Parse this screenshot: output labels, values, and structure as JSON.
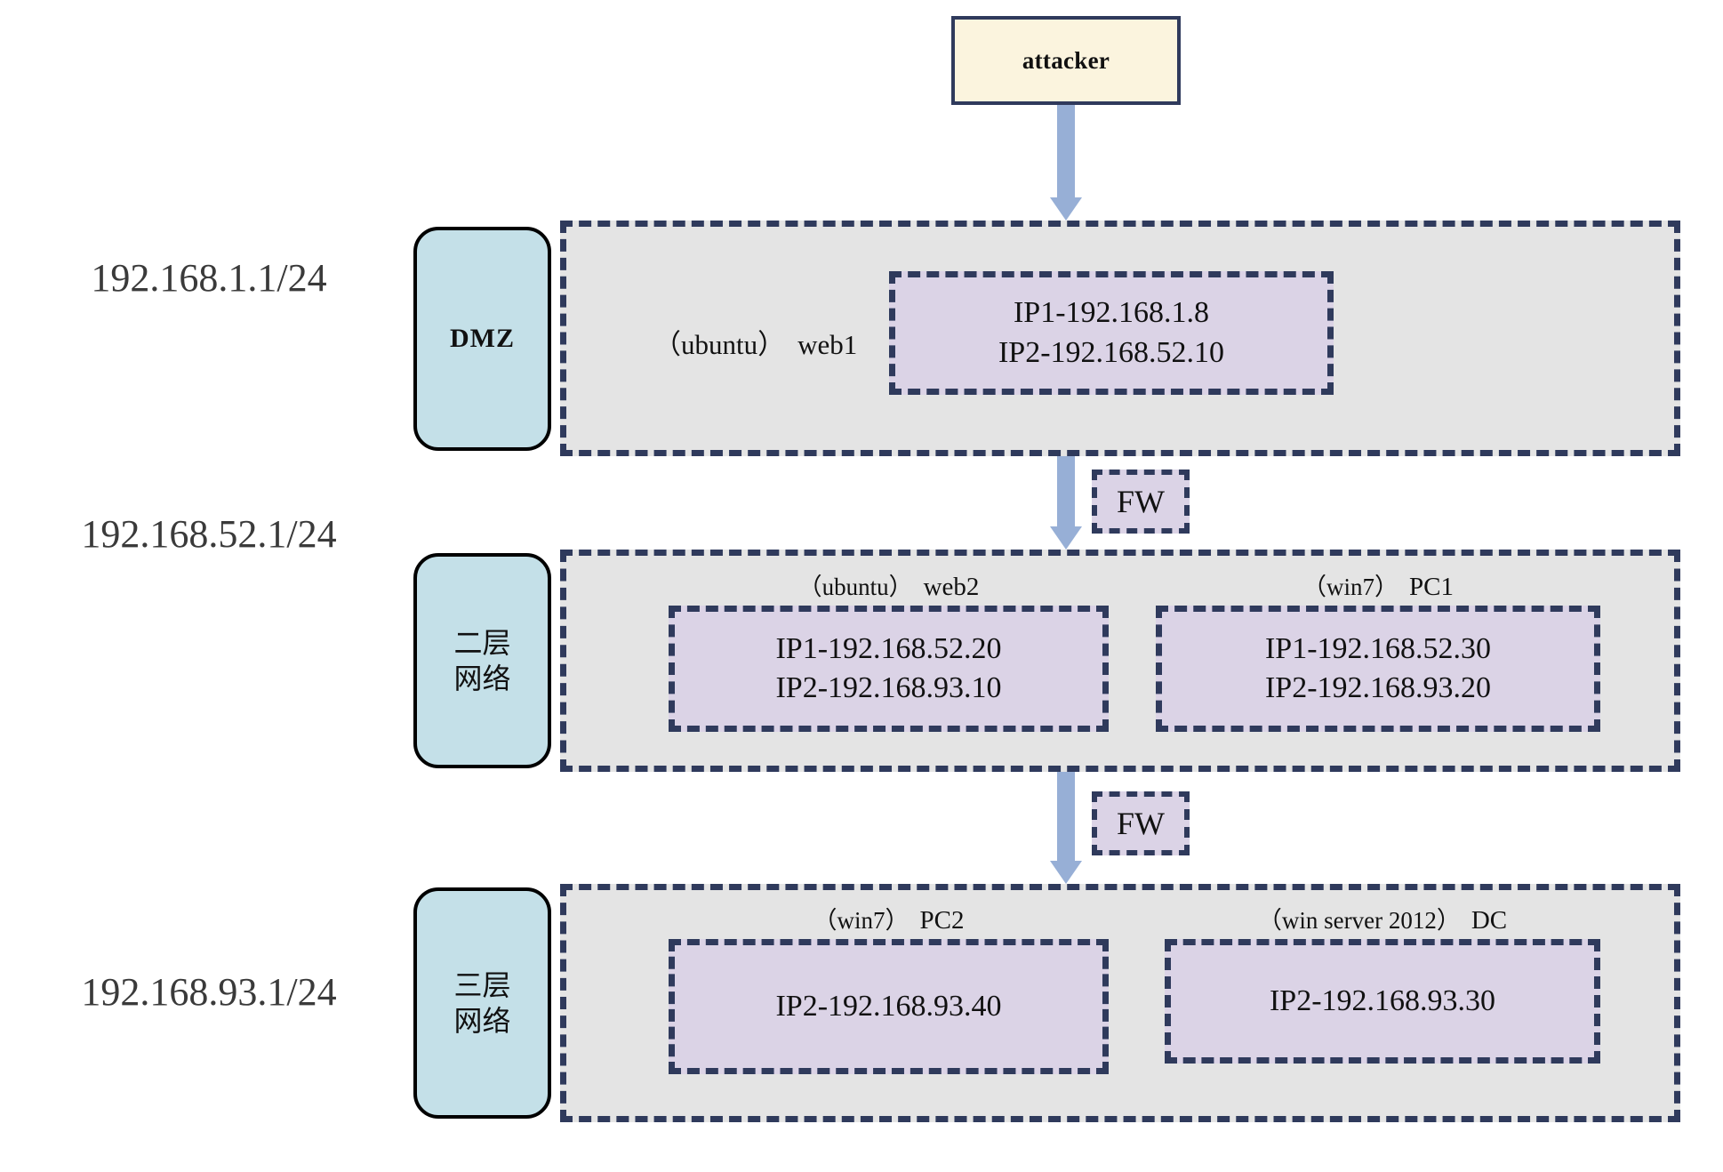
{
  "diagram": {
    "attacker": {
      "label": "attacker"
    },
    "firewalls": [
      {
        "label": "FW"
      },
      {
        "label": "FW"
      }
    ],
    "networks": [
      {
        "cidr": "192.168.1.1/24",
        "zone": "DMZ",
        "hosts": [
          {
            "caption_os": "（ubuntu）",
            "caption_name": "web1",
            "ips": [
              "IP1-192.168.1.8",
              "IP2-192.168.52.10"
            ]
          }
        ]
      },
      {
        "cidr": "192.168.52.1/24",
        "zone": "二层\n网络",
        "hosts": [
          {
            "caption_os": "（ubuntu）",
            "caption_name": "web2",
            "ips": [
              "IP1-192.168.52.20",
              "IP2-192.168.93.10"
            ]
          },
          {
            "caption_os": "（win7）",
            "caption_name": "PC1",
            "ips": [
              "IP1-192.168.52.30",
              "IP2-192.168.93.20"
            ]
          }
        ]
      },
      {
        "cidr": "192.168.93.1/24",
        "zone": "三层\n网络",
        "hosts": [
          {
            "caption_os": "（win7）",
            "caption_name": "PC2",
            "ips": [
              "IP2-192.168.93.40"
            ]
          },
          {
            "caption_os": "（win server 2012）",
            "caption_name": "DC",
            "ips": [
              "IP2-192.168.93.30"
            ]
          }
        ]
      }
    ],
    "colors": {
      "attacker_fill": "#FBF4DE",
      "zone_tab_fill": "#C4E0E8",
      "zone_band_fill": "#E4E4E4",
      "ip_box_fill": "#DBD3E6",
      "dash_stroke": "#2F3A5C",
      "arrow_fill": "#97AFD6"
    }
  }
}
